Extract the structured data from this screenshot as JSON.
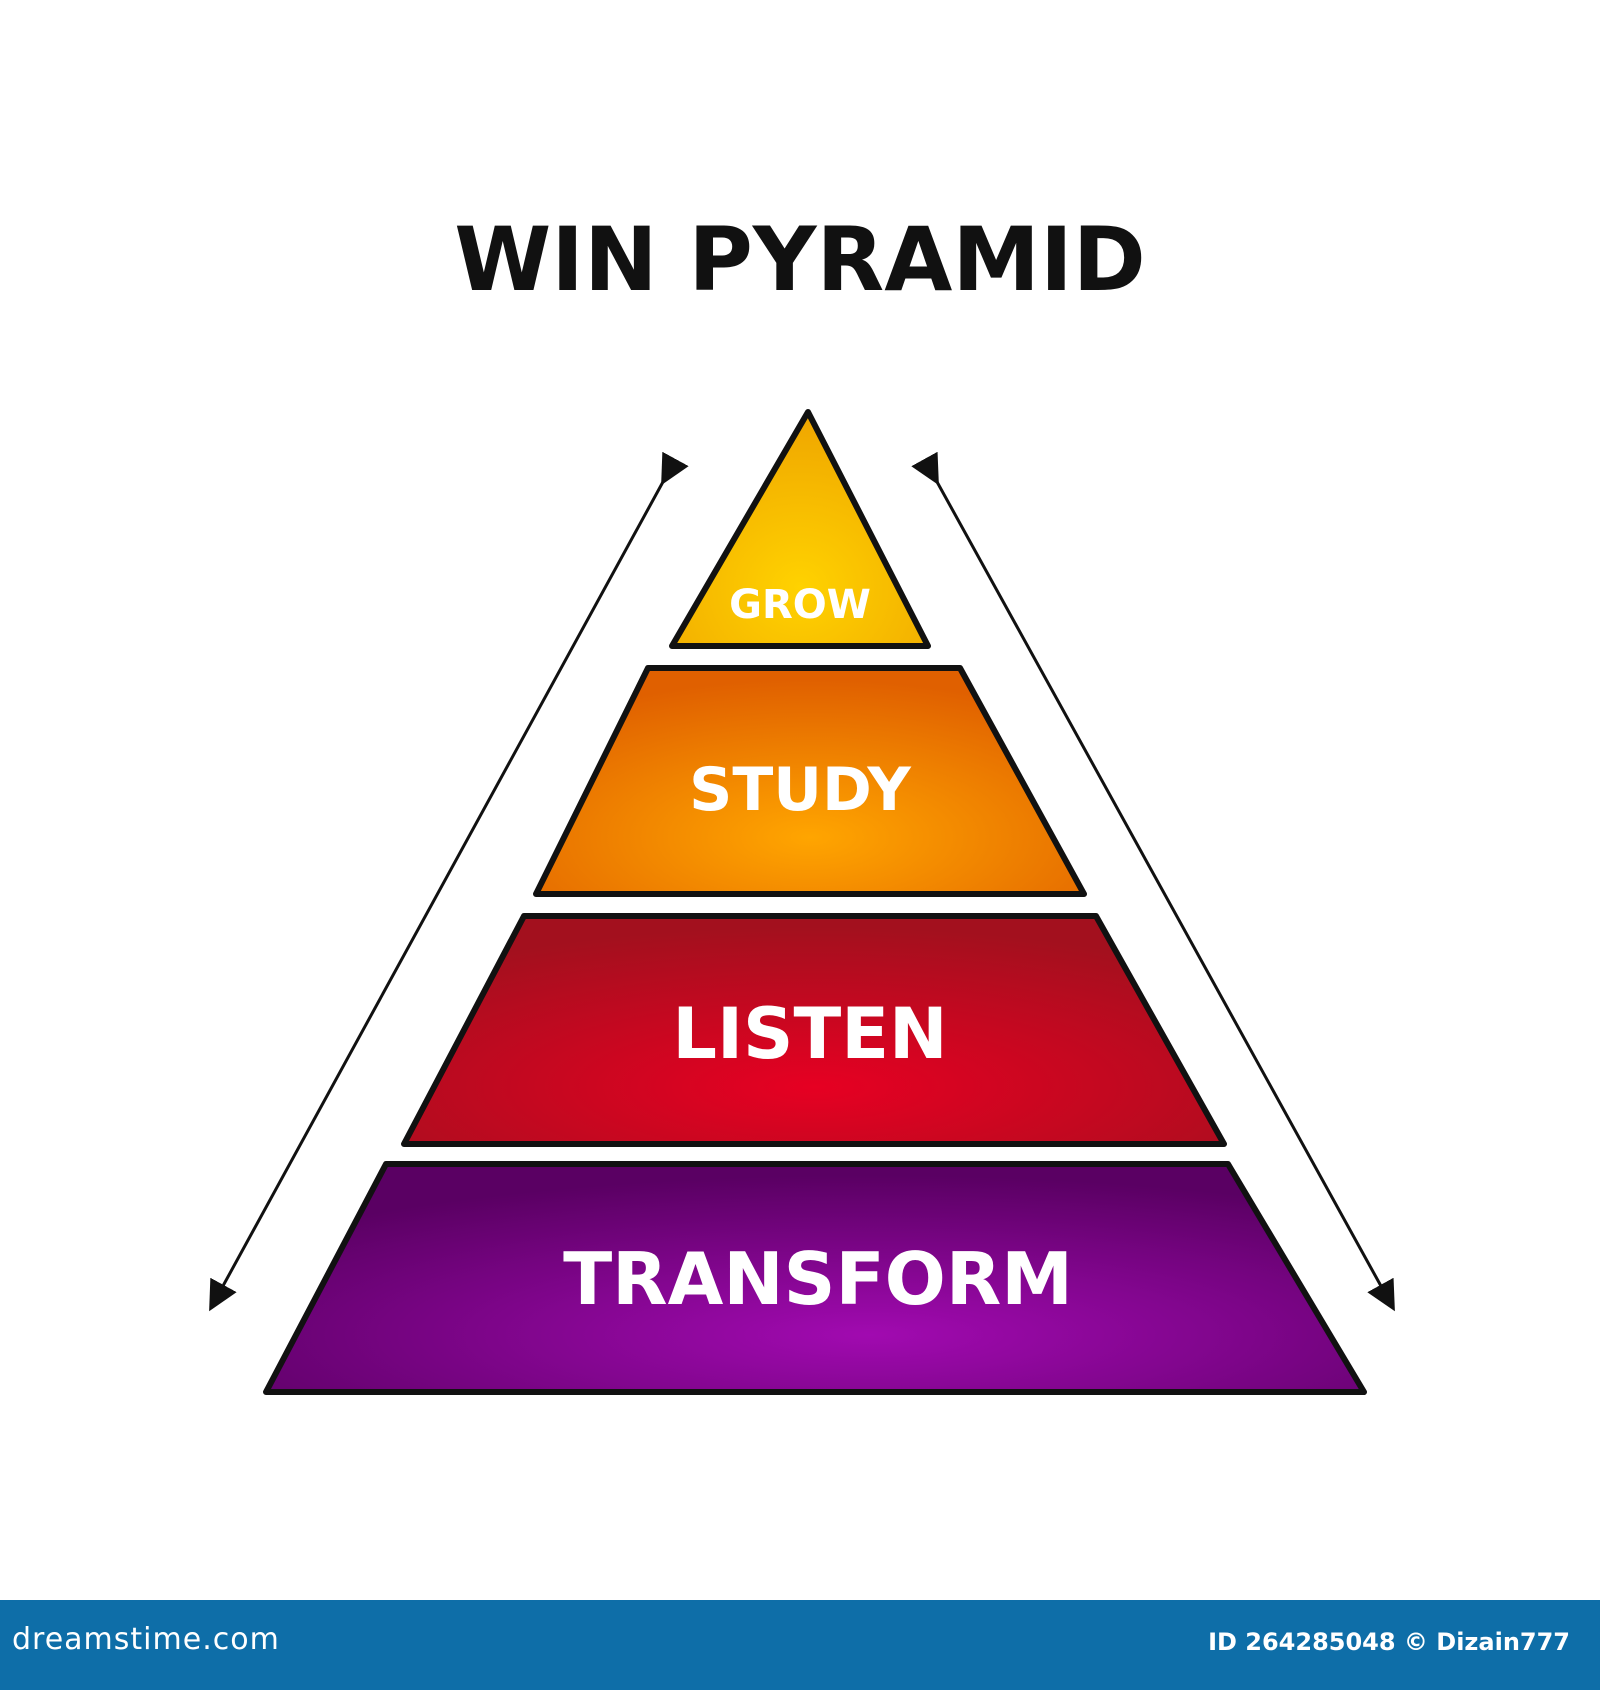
{
  "title": "WIN PYRAMID",
  "tiers": [
    {
      "label": "GROW",
      "color_light": "#ffd200",
      "color_dark": "#f0a800"
    },
    {
      "label": "STUDY",
      "color_light": "#ffa500",
      "color_dark": "#e06000"
    },
    {
      "label": "LISTEN",
      "color_light": "#e60022",
      "color_dark": "#a3101e"
    },
    {
      "label": "TRANSFORM",
      "color_light": "#a10ab0",
      "color_dark": "#5a0063"
    }
  ],
  "arrows": {
    "color": "#111111",
    "style": "double-headed"
  },
  "footer": {
    "brand": "dreamstime.com",
    "credit": "ID 264285048 © Dizain777",
    "background": "#0e6ea8"
  }
}
